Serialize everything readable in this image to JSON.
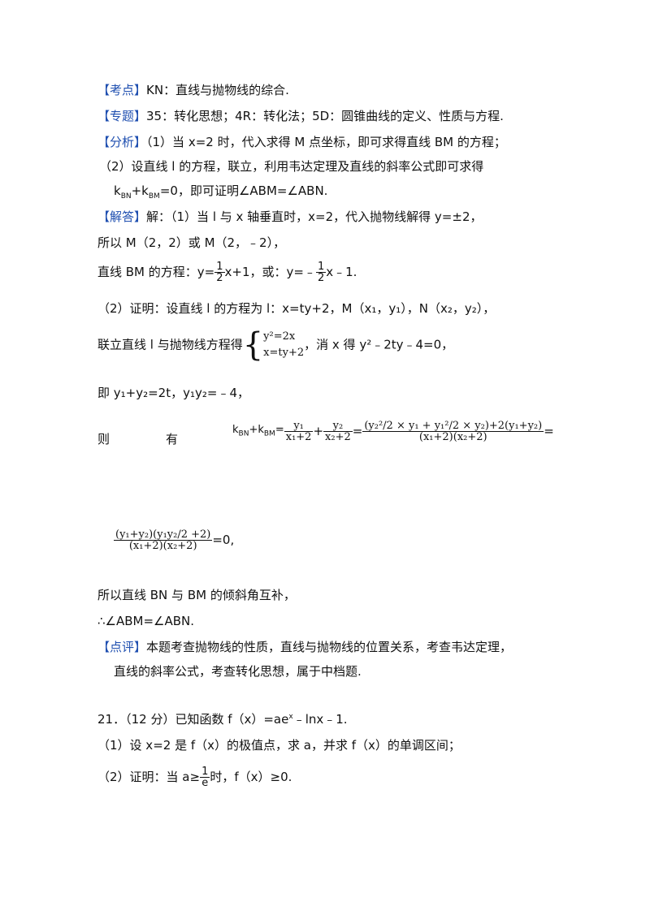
{
  "kaodian": {
    "tag": "【考点】",
    "text": "KN：直线与抛物线的综合."
  },
  "zhuanti": {
    "tag": "【专题】",
    "text": "35：转化思想；4R：转化法；5D：圆锥曲线的定义、性质与方程."
  },
  "fenxi": {
    "tag": "【分析】",
    "p1": "（1）当 x=2 时，代入求得 M 点坐标，即可求得直线 BM 的方程；",
    "p2": "（2）设直线 l 的方程，联立，利用韦达定理及直线的斜率公式即可求得",
    "p3": "k",
    "p3_sub1": "BN",
    "p3_plus": "+k",
    "p3_sub2": "BM",
    "p3_rest": "=0，即可证明∠ABM=∠ABN."
  },
  "jieda": {
    "tag": "【解答】",
    "l1": "解：（1）当 l 与 x 轴垂直时，x=2，代入抛物线解得 y=±2，",
    "l2": "所以 M（2，2）或 M（2，﹣2），",
    "l3_a": "直线 BM 的方程：y=",
    "l3_num1": "1",
    "l3_den1": "2",
    "l3_b": "x+1，或：y=﹣",
    "l3_num2": "1",
    "l3_den2": "2",
    "l3_c": "x﹣1.",
    "l4": "（2）证明：设直线 l 的方程为 l：x=ty+2，M（x₁，y₁），N（x₂，y₂），",
    "l5_a": "联立直线 l 与抛物线方程得",
    "l5_eq1": "y²=2x",
    "l5_eq2": "x=ty+2",
    "l5_b": "，消 x 得 y²﹣2ty﹣4=0，",
    "l6": "即 y₁+y₂=2t，y₁y₂=﹣4，",
    "l7_ze": "则",
    "l7_you": "有",
    "l7_k": "k",
    "l7_bn": "BN",
    "l7_plus": "+k",
    "l7_bm": "BM",
    "l7_eq": "=",
    "l7_f1n": "y₁",
    "l7_f1d": "x₁+2",
    "l7_f2n": "y₂",
    "l7_f2d": "x₂+2",
    "l7_bign": "(y₂²/2 × y₁ + y₁²/2 × y₂)+2(y₁+y₂)",
    "l7_bigd": "(x₁+2)(x₂+2)",
    "l8_n": "(y₁+y₂)(y₁y₂/2 +2)",
    "l8_d": "(x₁+2)(x₂+2)",
    "l8_r": "=0,",
    "l9": "所以直线 BN 与 BM 的倾斜角互补，",
    "l10": "∴∠ABM=∠ABN."
  },
  "dianping": {
    "tag": "【点评】",
    "l1": "本题考查抛物线的性质，直线与抛物线的位置关系，考查韦达定理，",
    "l2": "直线的斜率公式，考查转化思想，属于中档题."
  },
  "q21": {
    "title_a": "21．（12 分）已知函数 f（x）=ae",
    "title_sup": "x",
    "title_b": "﹣lnx﹣1.",
    "p1": "（1）设 x=2 是 f（x）的极值点，求 a，并求 f（x）的单调区间；",
    "p2_a": "（2）证明：当 a≥",
    "p2_num": "1",
    "p2_den": "e",
    "p2_b": "时，f（x）≥0."
  }
}
